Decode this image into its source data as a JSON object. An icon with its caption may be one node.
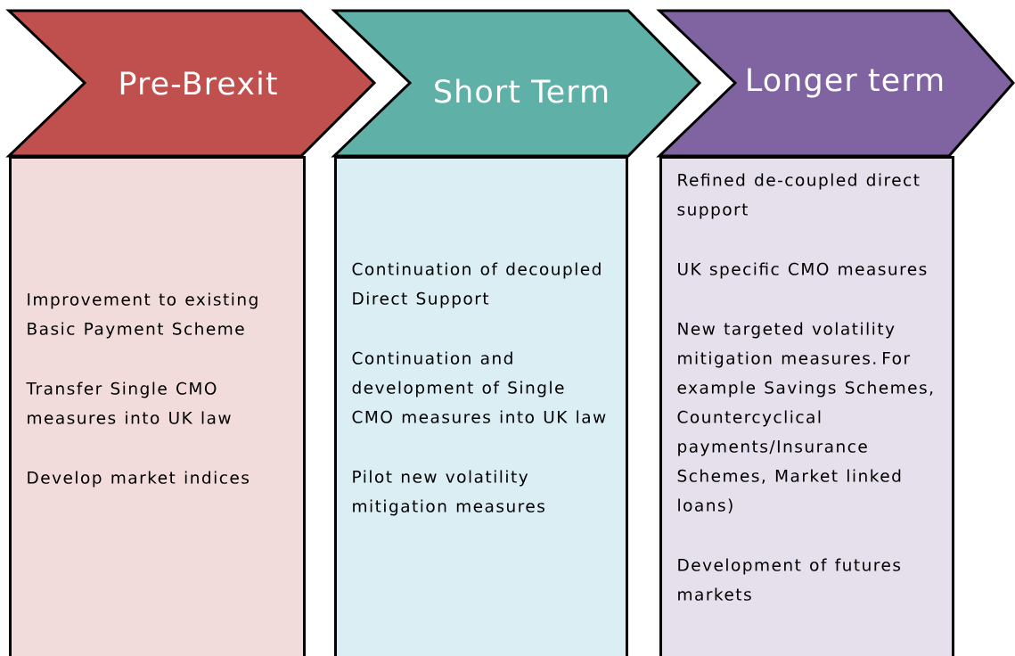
{
  "diagram": {
    "nodes": [
      {
        "text": [
          "Pre-Brexit"
        ]
      },
      {
        "text": [
          "Short Term"
        ]
      },
      {
        "text": [
          "Longer term"
        ]
      },
      {
        "text": [
          "Improvement to existing Basic Payment Scheme",
          "Transfer Single CMO measures into UK law",
          "Develop market indices"
        ]
      },
      {
        "text": [
          "Continuation of decoupled Direct Support",
          "Continuation and development of Single CMO measures into UK law",
          "Pilot new volatility mitigation measures"
        ]
      },
      {
        "text": [
          "Refined de-coupled direct support",
          "UK specific CMO measures",
          "New targeted volatility mitigation measures. For example Savings Schemes, Countercyclical payments/Insurance Schemes, Market linked loans)",
          "Development of futures markets"
        ]
      }
    ]
  }
}
